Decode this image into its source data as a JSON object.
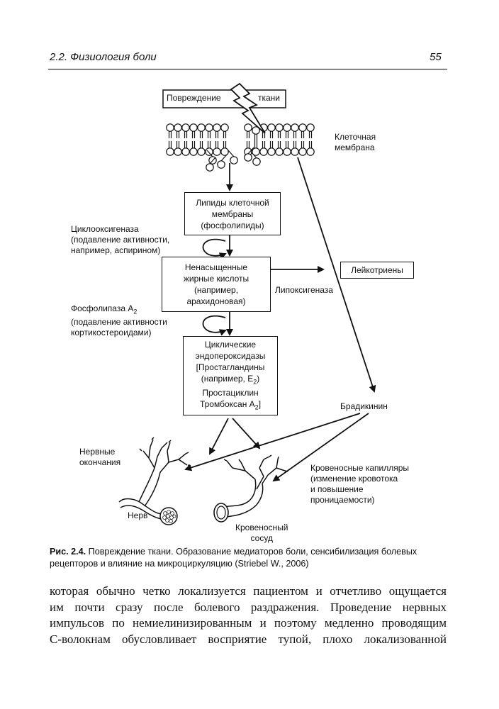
{
  "header": {
    "section": "2.2. Физиология боли",
    "page_number": "55"
  },
  "figure": {
    "damage": {
      "left": "Повреждение",
      "right": "ткани"
    },
    "membrane_label": [
      "Клеточная",
      "мембрана"
    ],
    "box_lipids": [
      "Липиды клеточной",
      "мембраны",
      "(фосфолипиды)"
    ],
    "cyclooxygenase": [
      "Циклооксигеназа",
      "(подавление активности,",
      "например, аспирином)"
    ],
    "box_fatty_acids": [
      "Ненасыщенные",
      "жирные кислоты",
      "(например,",
      "арахидоновая)"
    ],
    "lipoxygenase": "Липоксигеназа",
    "leukotrienes": "Лейкотриены",
    "phospholipase": [
      "Фосфолипаза A",
      "2",
      "(подавление активности",
      "кортикостероидами)"
    ],
    "box_cyclic": [
      "Циклические",
      "эндопероксидазы",
      "[Простагландины",
      "(например, E",
      "2",
      ")",
      "Простациклин",
      "Тромбоксан A",
      "2",
      "]"
    ],
    "bradykinin": "Брадикинин",
    "nerve_endings": [
      "Нервные",
      "окончания"
    ],
    "capillaries": [
      "Кровеносные капилляры",
      "(изменение кровотока",
      "и повышение",
      "проницаемости)"
    ],
    "nerve": "Нерв",
    "vessel": [
      "Кровеносный",
      "сосуд"
    ]
  },
  "caption": {
    "label": "Рис. 2.4.",
    "text": " Повреждение ткани. Образование медиаторов боли, сенсибилизация болевых рецепторов и влияние на микроциркуляцию (Striebel W., 2006)"
  },
  "body_lines": [
    "которая обычно четко локализуется пациентом и отчетливо ощущается",
    "им почти сразу после болевого раздражения. Проведение нервных",
    "импульсов по немиелинизированным и поэтому медленно проводящим",
    "С-волокнам обусловливает восприятие тупой, плохо локализованной"
  ]
}
